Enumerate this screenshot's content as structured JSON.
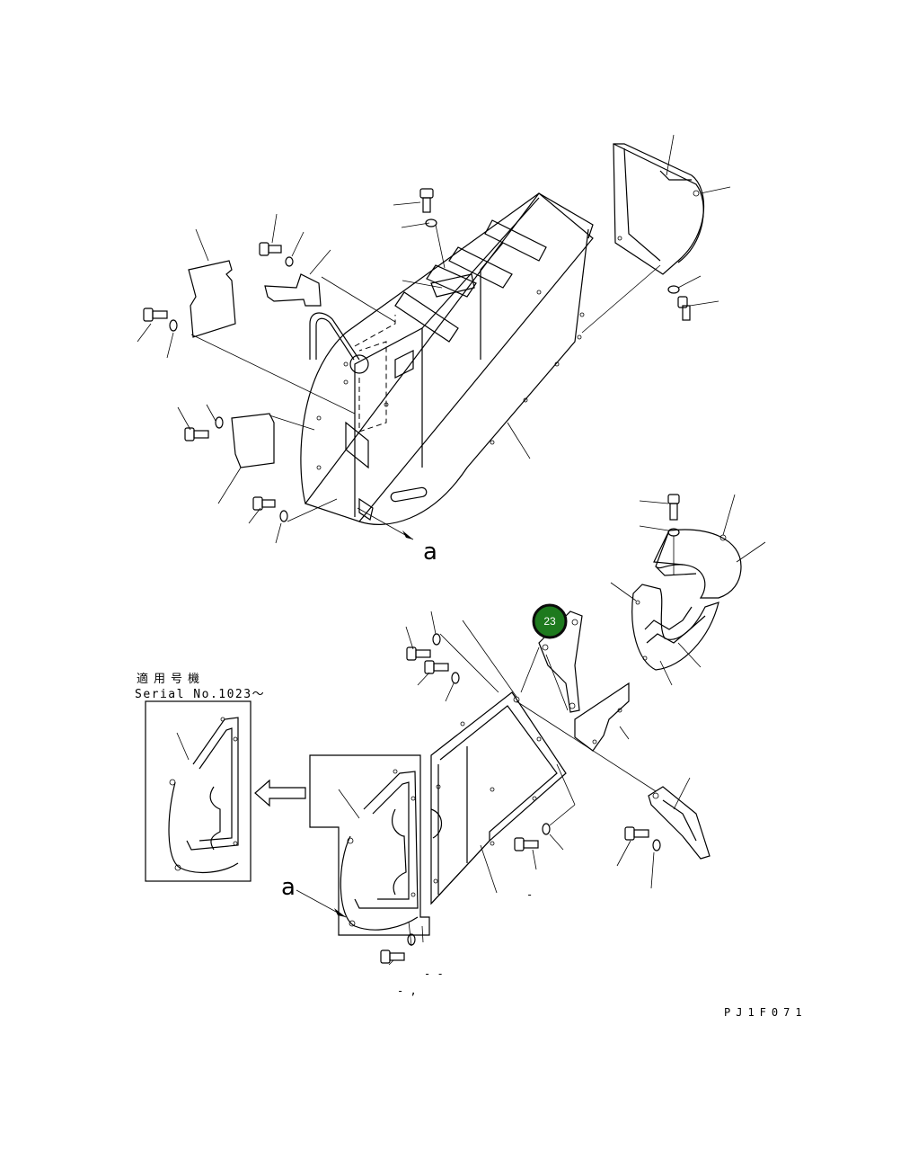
{
  "diagram": {
    "applicability_label": "適用号機",
    "serial_label": "Serial No.1023～",
    "drawing_code": "PJ1F071",
    "view_markers": [
      "a",
      "a"
    ],
    "callouts": [
      {
        "number": "23",
        "color": "#1e7a1e"
      }
    ],
    "dash_fragments": [
      "- -",
      "-",
      "- ,"
    ]
  }
}
